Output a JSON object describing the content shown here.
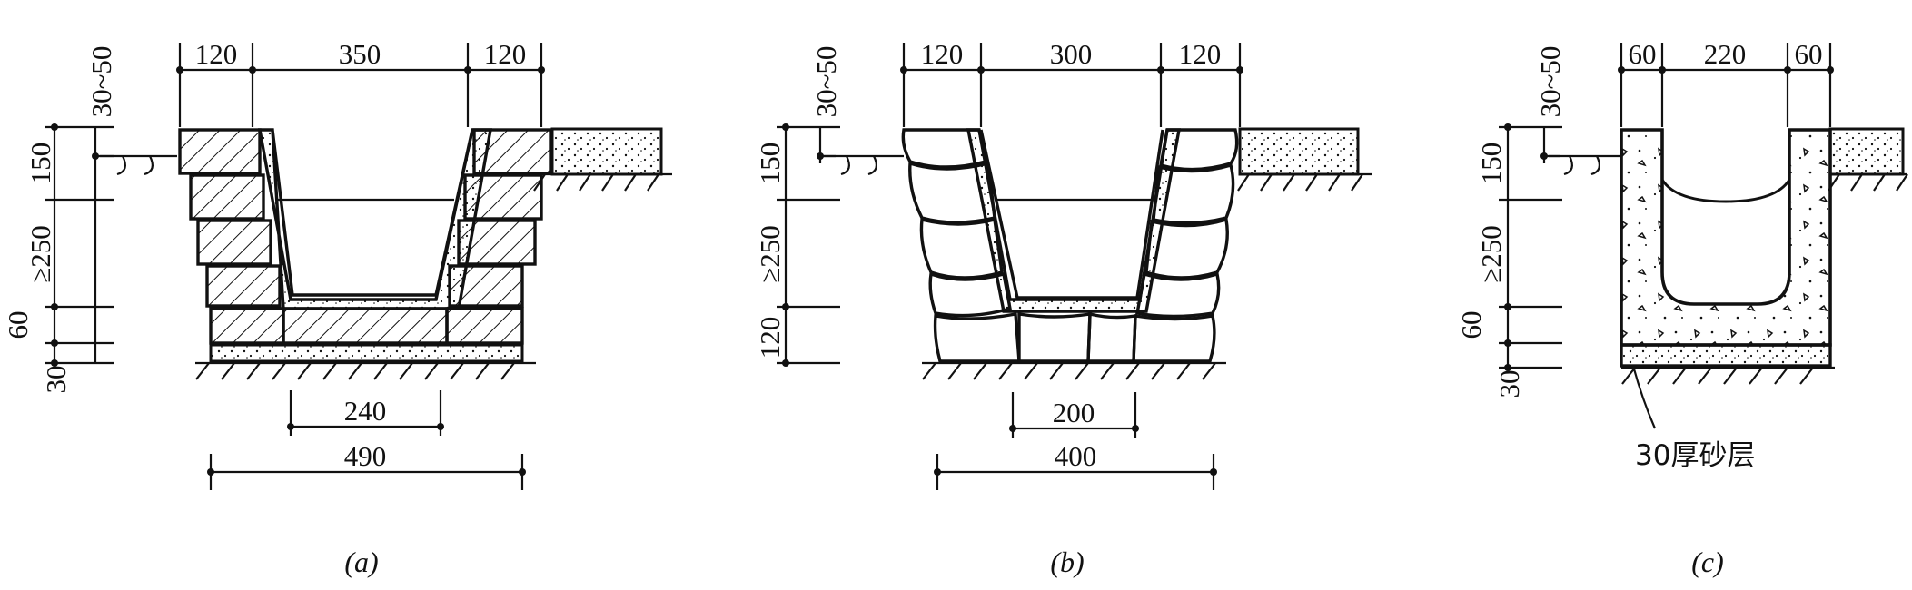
{
  "diagrams": [
    {
      "id": "a",
      "caption": "(a)",
      "top_dims": [
        "120",
        "350",
        "120"
      ],
      "side_dims": [
        "30~50",
        "150",
        "≥250",
        "60",
        "30"
      ],
      "bottom_dims": [
        "240",
        "490"
      ]
    },
    {
      "id": "b",
      "caption": "(b)",
      "top_dims": [
        "120",
        "300",
        "120"
      ],
      "side_dims": [
        "30~50",
        "150",
        "≥250",
        "120"
      ],
      "bottom_dims": [
        "200",
        "400"
      ]
    },
    {
      "id": "c",
      "caption": "(c)",
      "top_dims": [
        "60",
        "220",
        "60"
      ],
      "side_dims": [
        "30~50",
        "150",
        "≥250",
        "60",
        "30"
      ],
      "note": "30厚砂层"
    }
  ]
}
